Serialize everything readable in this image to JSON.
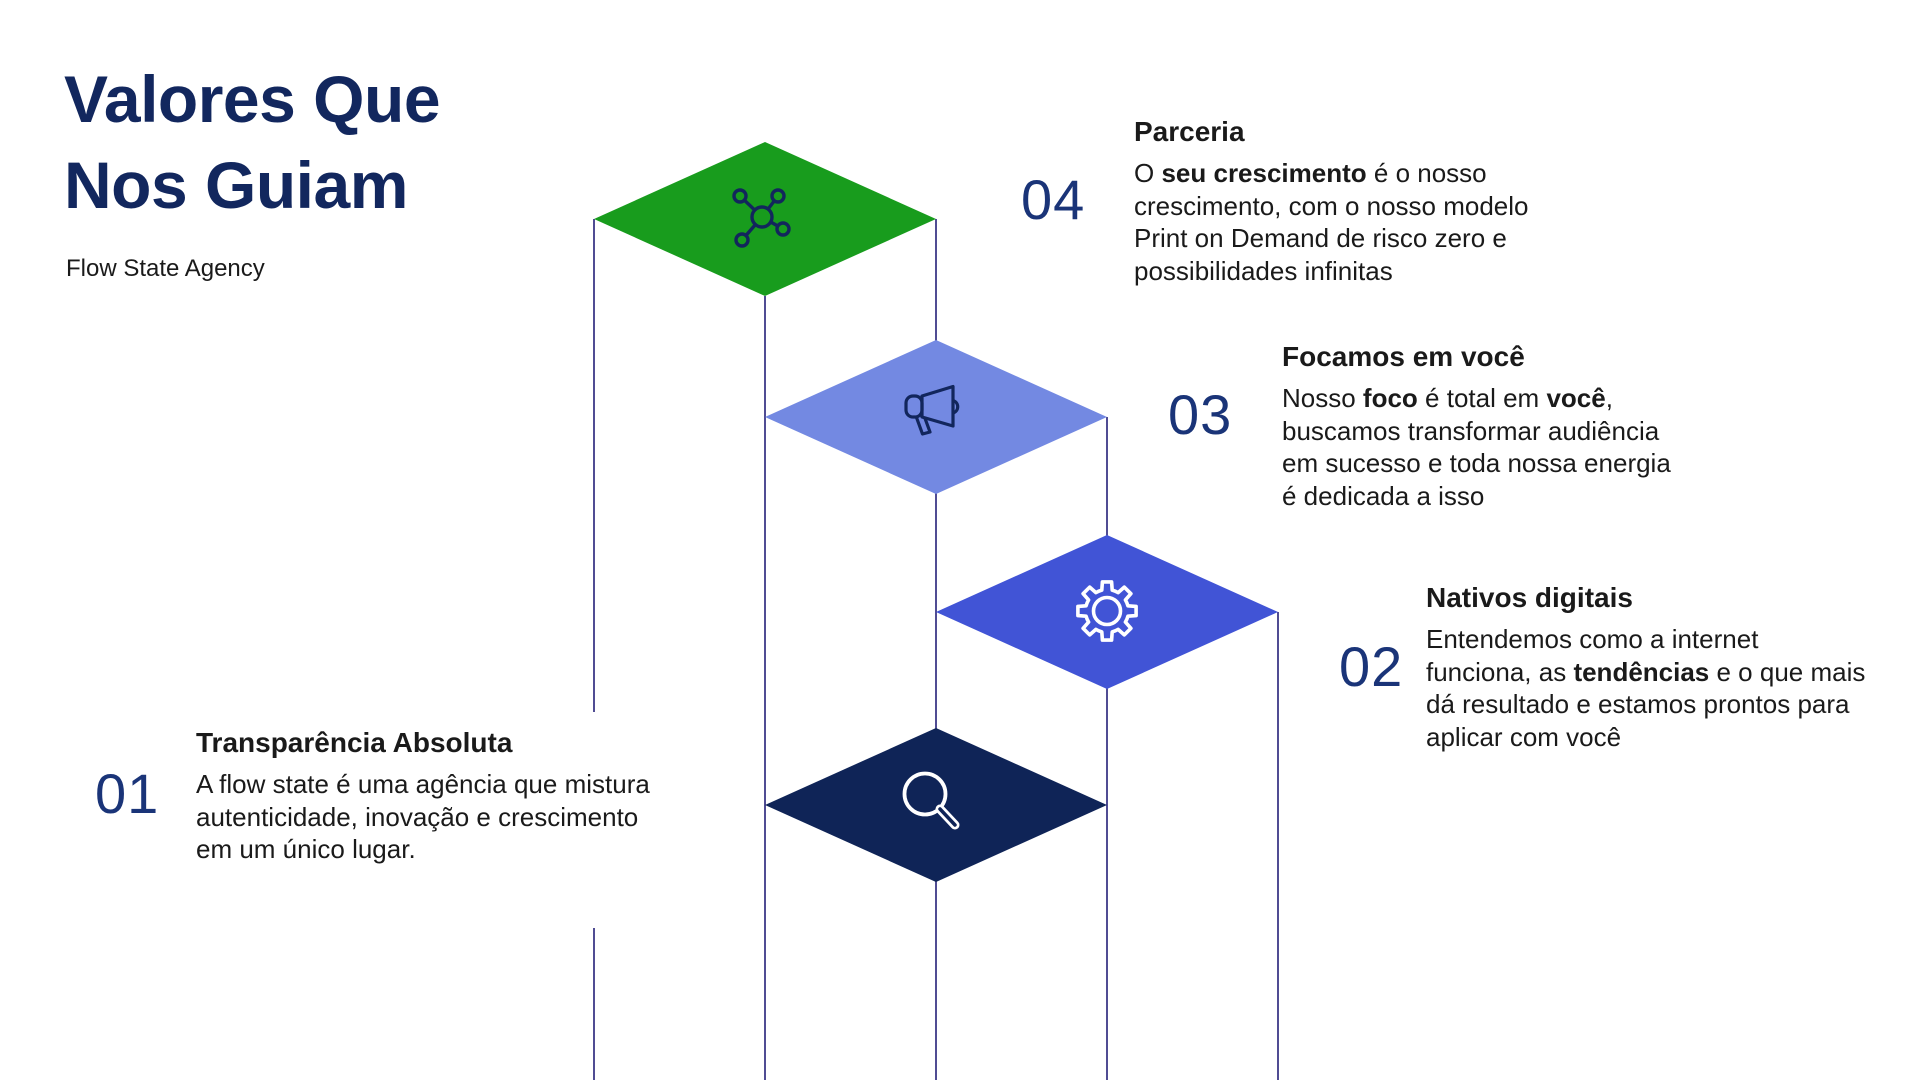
{
  "header": {
    "title_line1": "Valores Que",
    "title_line2": "Nos Guiam",
    "subtitle": "Flow State Agency"
  },
  "colors": {
    "title": "#12275E",
    "number": "#1A3478",
    "text": "#1A1A1A",
    "line": "#322D80",
    "step_green": "#189C1D",
    "step_periwinkle": "#7389E2",
    "step_blue": "#4154D6",
    "step_navy": "#0F2457",
    "icon_navy": "#12265C",
    "icon_white": "#FFFFFF"
  },
  "items": [
    {
      "number": "01",
      "icon": "magnifier",
      "heading": "Transparência Absoluta",
      "lines": [
        [
          {
            "text": "A flow state é uma agência que mistura",
            "bold": false
          }
        ],
        [
          {
            "text": "autenticidade, inovação e crescimento",
            "bold": false
          }
        ],
        [
          {
            "text": "em um único lugar.",
            "bold": false
          }
        ]
      ]
    },
    {
      "number": "02",
      "icon": "gear",
      "heading": "Nativos digitais",
      "lines": [
        [
          {
            "text": "Entendemos como a internet",
            "bold": false
          }
        ],
        [
          {
            "text": "funciona, as ",
            "bold": false
          },
          {
            "text": "tendências",
            "bold": true
          },
          {
            "text": " e o que mais",
            "bold": false
          }
        ],
        [
          {
            "text": "dá resultado e estamos prontos para",
            "bold": false
          }
        ],
        [
          {
            "text": "aplicar com você",
            "bold": false
          }
        ]
      ]
    },
    {
      "number": "03",
      "icon": "megaphone",
      "heading": "Focamos em você",
      "lines": [
        [
          {
            "text": "Nosso ",
            "bold": false
          },
          {
            "text": "foco",
            "bold": true
          },
          {
            "text": " é total em ",
            "bold": false
          },
          {
            "text": "você",
            "bold": true
          },
          {
            "text": ",",
            "bold": false
          }
        ],
        [
          {
            "text": "buscamos transformar audiência",
            "bold": false
          }
        ],
        [
          {
            "text": "em sucesso e toda nossa energia",
            "bold": false
          }
        ],
        [
          {
            "text": "é dedicada a isso",
            "bold": false
          }
        ]
      ]
    },
    {
      "number": "04",
      "icon": "network",
      "heading": "Parceria",
      "lines": [
        [
          {
            "text": "O ",
            "bold": false
          },
          {
            "text": "seu crescimento",
            "bold": true
          },
          {
            "text": " é o nosso",
            "bold": false
          }
        ],
        [
          {
            "text": "crescimento, com o nosso modelo",
            "bold": false
          }
        ],
        [
          {
            "text": "Print on Demand de risco zero e",
            "bold": false
          }
        ],
        [
          {
            "text": "possibilidades infinitas",
            "bold": false
          }
        ]
      ]
    }
  ]
}
